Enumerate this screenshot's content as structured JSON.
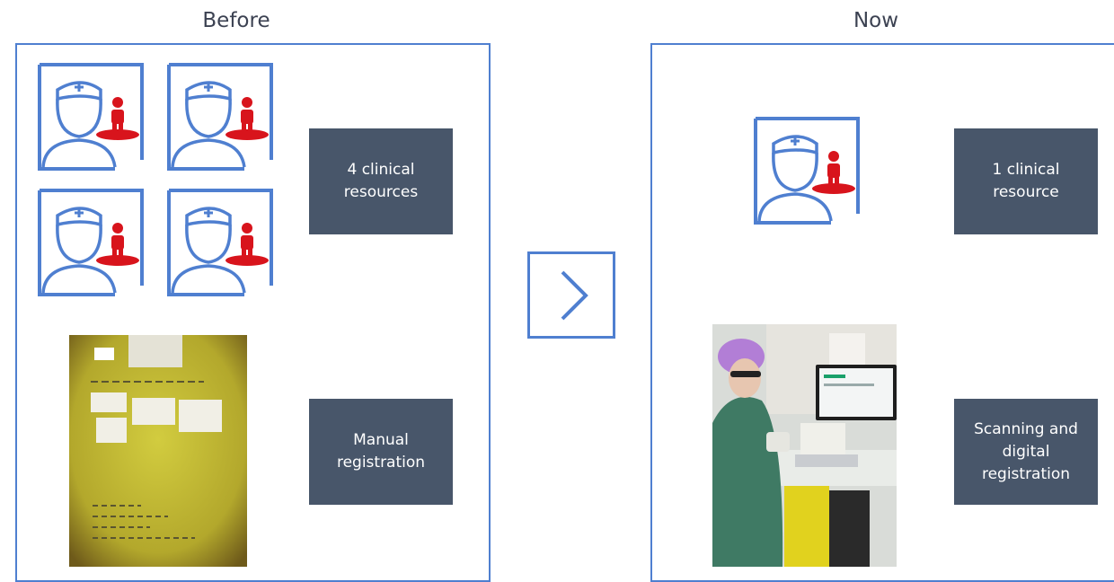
{
  "before": {
    "title": "Before",
    "resources_label": "4 clinical\nresources",
    "registration_label": "Manual\nregistration"
  },
  "now": {
    "title": "Now",
    "resources_label": "1 clinical\nresource",
    "registration_label": "Scanning and\ndigital\nregistration"
  },
  "colors": {
    "frame_blue": "#4f7fd0",
    "label_bg": "#48566a",
    "patient_red": "#d8141c",
    "folder_yellow": "#c9c23a"
  },
  "icons": {
    "nurse": "nurse-with-patient-icon",
    "arrow": "chevron-right-icon"
  }
}
